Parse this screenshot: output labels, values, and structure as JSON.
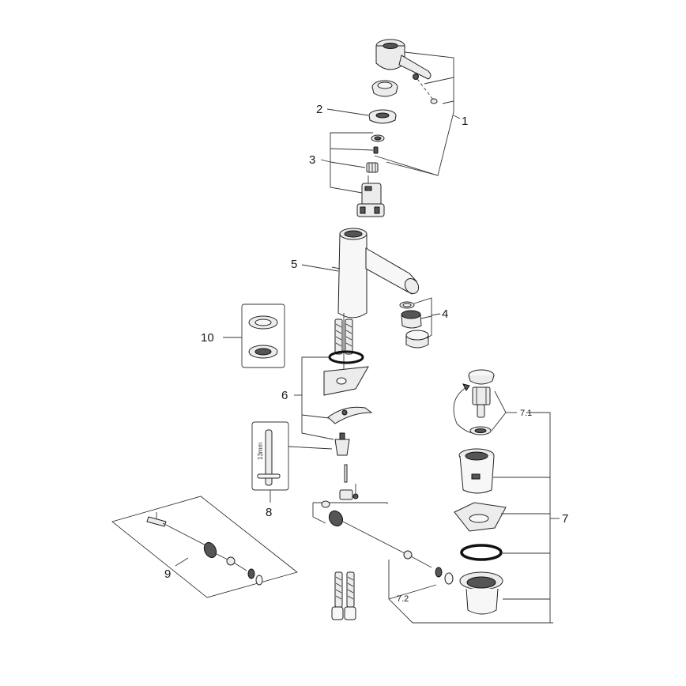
{
  "diagram": {
    "labels": {
      "l1": "1",
      "l2": "2",
      "l3": "3",
      "l4": "4",
      "l5": "5",
      "l6": "6",
      "l7": "7",
      "l7_1": "7.1",
      "l7_2": "7.2",
      "l8": "8",
      "l9": "9",
      "l10": "10",
      "wrench_size": "13mm"
    }
  }
}
